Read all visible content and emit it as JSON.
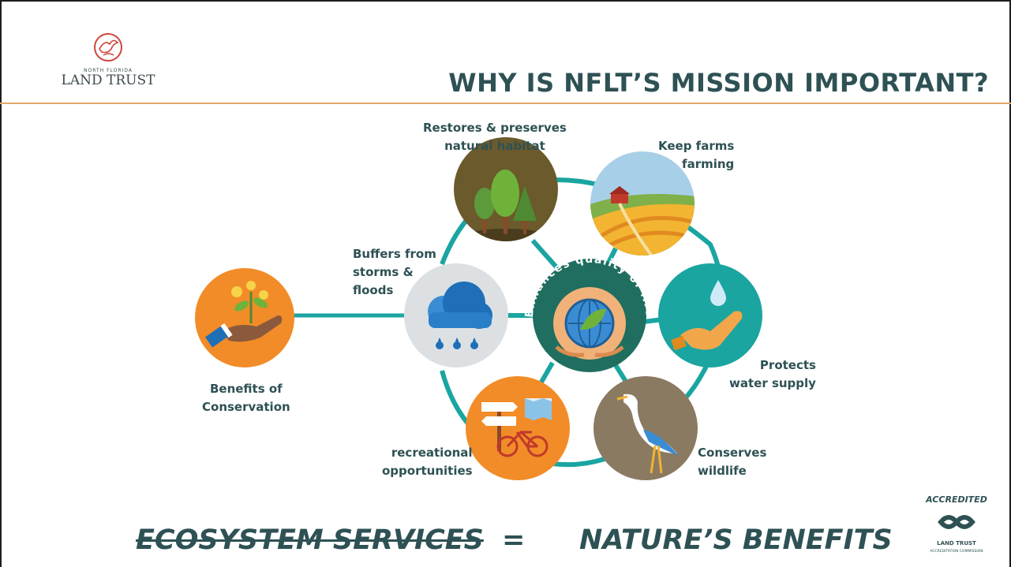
{
  "logo": {
    "sub": "NORTH FLORIDA",
    "main": "LAND TRUST"
  },
  "title": "WHY IS NFLT’S MISSION IMPORTANT?",
  "center_text": "Enhances quality of life",
  "labels": {
    "habitat": [
      "Restores & preserves",
      "natural habitat"
    ],
    "farms": [
      "Keep farms",
      "farming"
    ],
    "storms": [
      "Buffers from",
      "storms &",
      "floods"
    ],
    "water": [
      "Protects",
      "water supply"
    ],
    "recreation": [
      "recreational",
      "opportunities"
    ],
    "wildlife": [
      "Conserves",
      "wildlife"
    ],
    "benefits": [
      "Benefits of",
      "Conservation"
    ]
  },
  "bottom": {
    "left": "ECOSYSTEM SERVICES",
    "equals": "=",
    "right": "NATURE’S BENEFITS"
  },
  "badge": {
    "top": "ACCREDITED",
    "bottom1": "LAND TRUST",
    "bottom2": "ACCREDITATION COMMISSION"
  },
  "colors": {
    "teal": "#1aa5a1",
    "dark_teal": "#2e5154",
    "orange": "#f28c28",
    "olive": "#6b5a2b",
    "brown": "#8b7a62",
    "gray": "#dde0e3",
    "rule": "#e0a96b"
  }
}
